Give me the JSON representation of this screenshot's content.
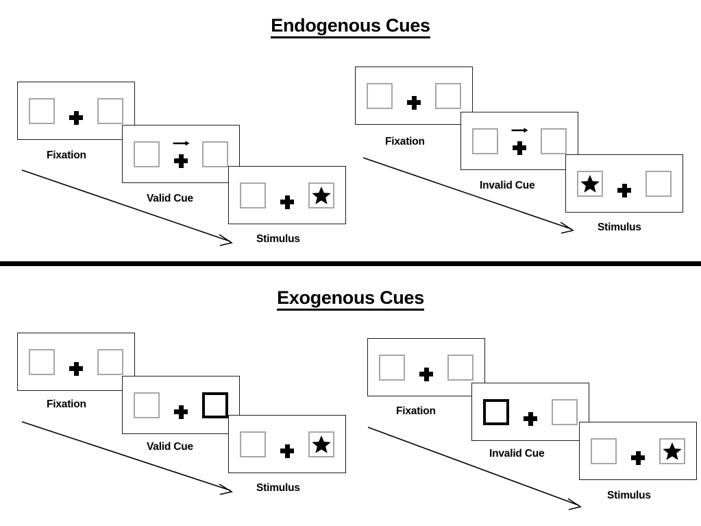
{
  "figure": {
    "title_top": "Endogenous Cues",
    "title_bottom": "Exogenous Cues",
    "background": "#ffffff",
    "ink": "#000000",
    "box_outline": "#a6a6a6",
    "cued_box_outline": "#000000"
  },
  "labels": {
    "fixation": "Fixation",
    "valid_cue": "Valid Cue",
    "invalid_cue": "Invalid Cue",
    "stimulus": "Stimulus"
  },
  "icons": {
    "fixation_cross": "fixation-cross-icon",
    "arrow_cue": "right-arrow-cue-icon",
    "star": "star-target-icon",
    "flow": "diagonal-flow-arrow-icon"
  },
  "sections": [
    {
      "id": "endogenous",
      "title": "Endogenous Cues",
      "cue_type": "central arrow",
      "sequences": [
        {
          "id": "endogenous-valid",
          "validity": "Valid Cue",
          "frames": [
            {
              "name": "Fixation",
              "label": "Fixation",
              "cue": "none",
              "arrow": false,
              "cued_side": "none",
              "star_side": "none"
            },
            {
              "name": "Valid Cue",
              "label": "Valid Cue",
              "cue": "arrow-right",
              "arrow": true,
              "cued_side": "none",
              "star_side": "none"
            },
            {
              "name": "Stimulus",
              "label": "Stimulus",
              "cue": "none",
              "arrow": false,
              "cued_side": "none",
              "star_side": "right"
            }
          ]
        },
        {
          "id": "endogenous-invalid",
          "validity": "Invalid Cue",
          "frames": [
            {
              "name": "Fixation",
              "label": "Fixation",
              "cue": "none",
              "arrow": false,
              "cued_side": "none",
              "star_side": "none"
            },
            {
              "name": "Invalid Cue",
              "label": "Invalid Cue",
              "cue": "arrow-right",
              "arrow": true,
              "cued_side": "none",
              "star_side": "none"
            },
            {
              "name": "Stimulus",
              "label": "Stimulus",
              "cue": "none",
              "arrow": false,
              "cued_side": "none",
              "star_side": "left"
            }
          ]
        }
      ]
    },
    {
      "id": "exogenous",
      "title": "Exogenous Cues",
      "cue_type": "peripheral box flash",
      "sequences": [
        {
          "id": "exogenous-valid",
          "validity": "Valid Cue",
          "frames": [
            {
              "name": "Fixation",
              "label": "Fixation",
              "cue": "none",
              "arrow": false,
              "cued_side": "none",
              "star_side": "none"
            },
            {
              "name": "Valid Cue",
              "label": "Valid Cue",
              "cue": "box-highlight",
              "arrow": false,
              "cued_side": "right",
              "star_side": "none"
            },
            {
              "name": "Stimulus",
              "label": "Stimulus",
              "cue": "none",
              "arrow": false,
              "cued_side": "none",
              "star_side": "right"
            }
          ]
        },
        {
          "id": "exogenous-invalid",
          "validity": "Invalid Cue",
          "frames": [
            {
              "name": "Fixation",
              "label": "Fixation",
              "cue": "none",
              "arrow": false,
              "cued_side": "none",
              "star_side": "none"
            },
            {
              "name": "Invalid Cue",
              "label": "Invalid Cue",
              "cue": "box-highlight",
              "arrow": false,
              "cued_side": "left",
              "star_side": "none"
            },
            {
              "name": "Stimulus",
              "label": "Stimulus",
              "cue": "none",
              "arrow": false,
              "cued_side": "none",
              "star_side": "right"
            }
          ]
        }
      ]
    }
  ]
}
